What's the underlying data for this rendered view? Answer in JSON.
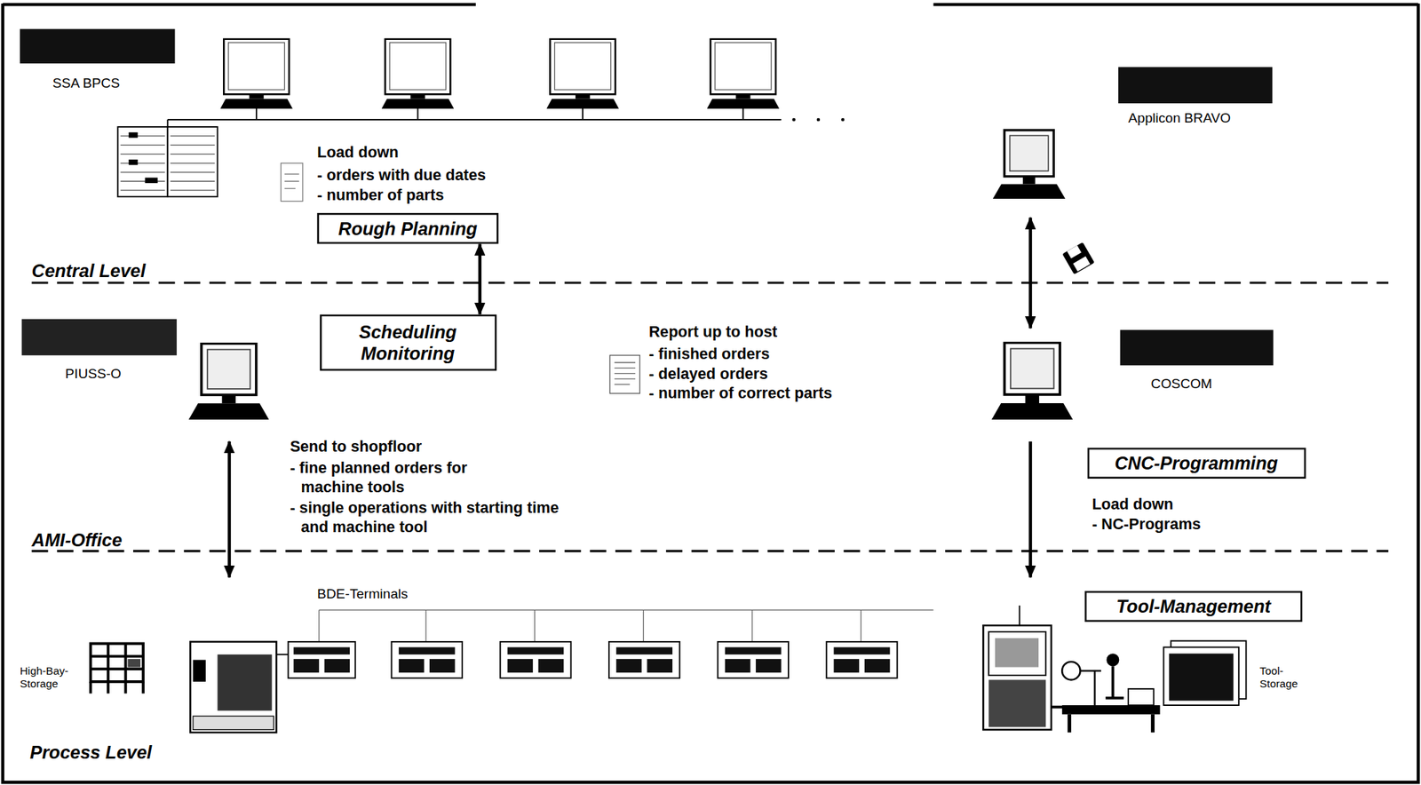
{
  "diagram": {
    "nodes": [
      {
        "text": [
          "Rough Planning"
        ]
      },
      {
        "text": [
          "Scheduling Monitoring"
        ]
      },
      {
        "text": [
          "CNC-Programming"
        ]
      },
      {
        "text": [
          "Tool-Management"
        ]
      }
    ],
    "edges": [
      {
        "from": 0,
        "to": 1,
        "arrow": "both"
      }
    ],
    "labels": [
      "SSA BPCS",
      "Applicon BRAVO",
      "Load down",
      "- orders with due dates",
      "- number of parts",
      "Central Level",
      "PIUSS-O",
      "Report up to host",
      "- finished orders",
      "- delayed orders",
      "- number of correct parts",
      "COSCOM",
      "Send to shopfloor",
      "- fine planned orders for machine tools",
      "- single operations with starting time and machine tool",
      "Load down",
      "- NC-Programs",
      "AMI-Office",
      "BDE-Terminals",
      "High-Bay- Storage",
      "Tool- Storage",
      "Process Level"
    ]
  }
}
